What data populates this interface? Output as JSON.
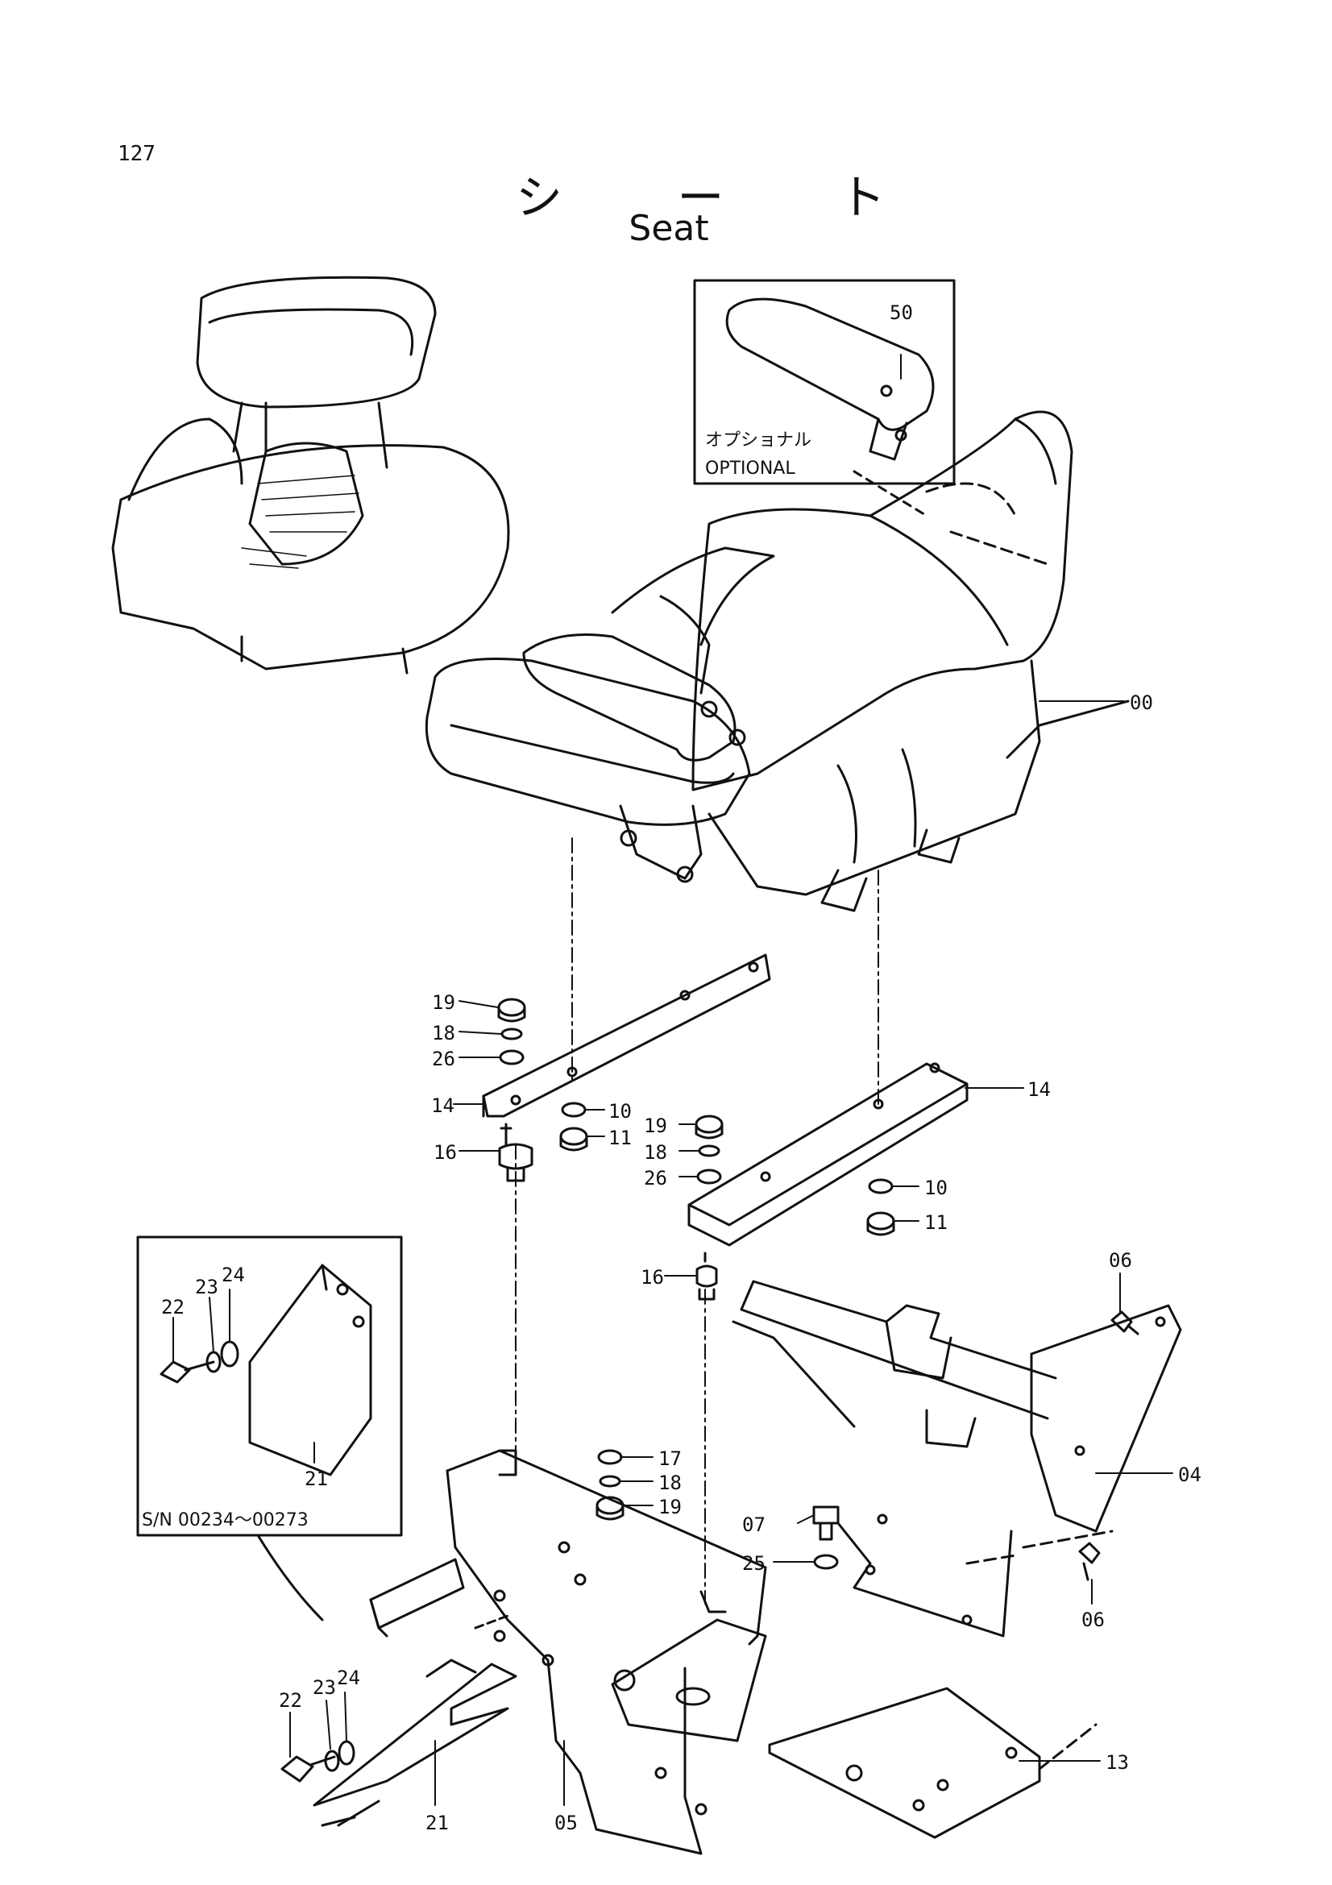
{
  "page_number": "127",
  "title_jp": "シ ー ト",
  "title_en": "Seat",
  "optional_box": {
    "label_jp": "オプショナル",
    "label_en": "OPTIONAL",
    "part": "50"
  },
  "serial_box": {
    "label": "S/N 00234～00273"
  },
  "callouts": {
    "c00": "00",
    "c04": "04",
    "c05": "05",
    "c06a": "06",
    "c06b": "06",
    "c07": "07",
    "c10a": "10",
    "c10b": "10",
    "c11a": "11",
    "c11b": "11",
    "c13": "13",
    "c14a": "14",
    "c14b": "14",
    "c16a": "16",
    "c16b": "16",
    "c17": "17",
    "c18a": "18",
    "c18b": "18",
    "c18c": "18",
    "c19a": "19",
    "c19b": "19",
    "c19c": "19",
    "c21a": "21",
    "c21b": "21",
    "c22a": "22",
    "c22b": "22",
    "c23a": "23",
    "c23b": "23",
    "c24a": "24",
    "c24b": "24",
    "c25": "25",
    "c26a": "26",
    "c26b": "26"
  }
}
